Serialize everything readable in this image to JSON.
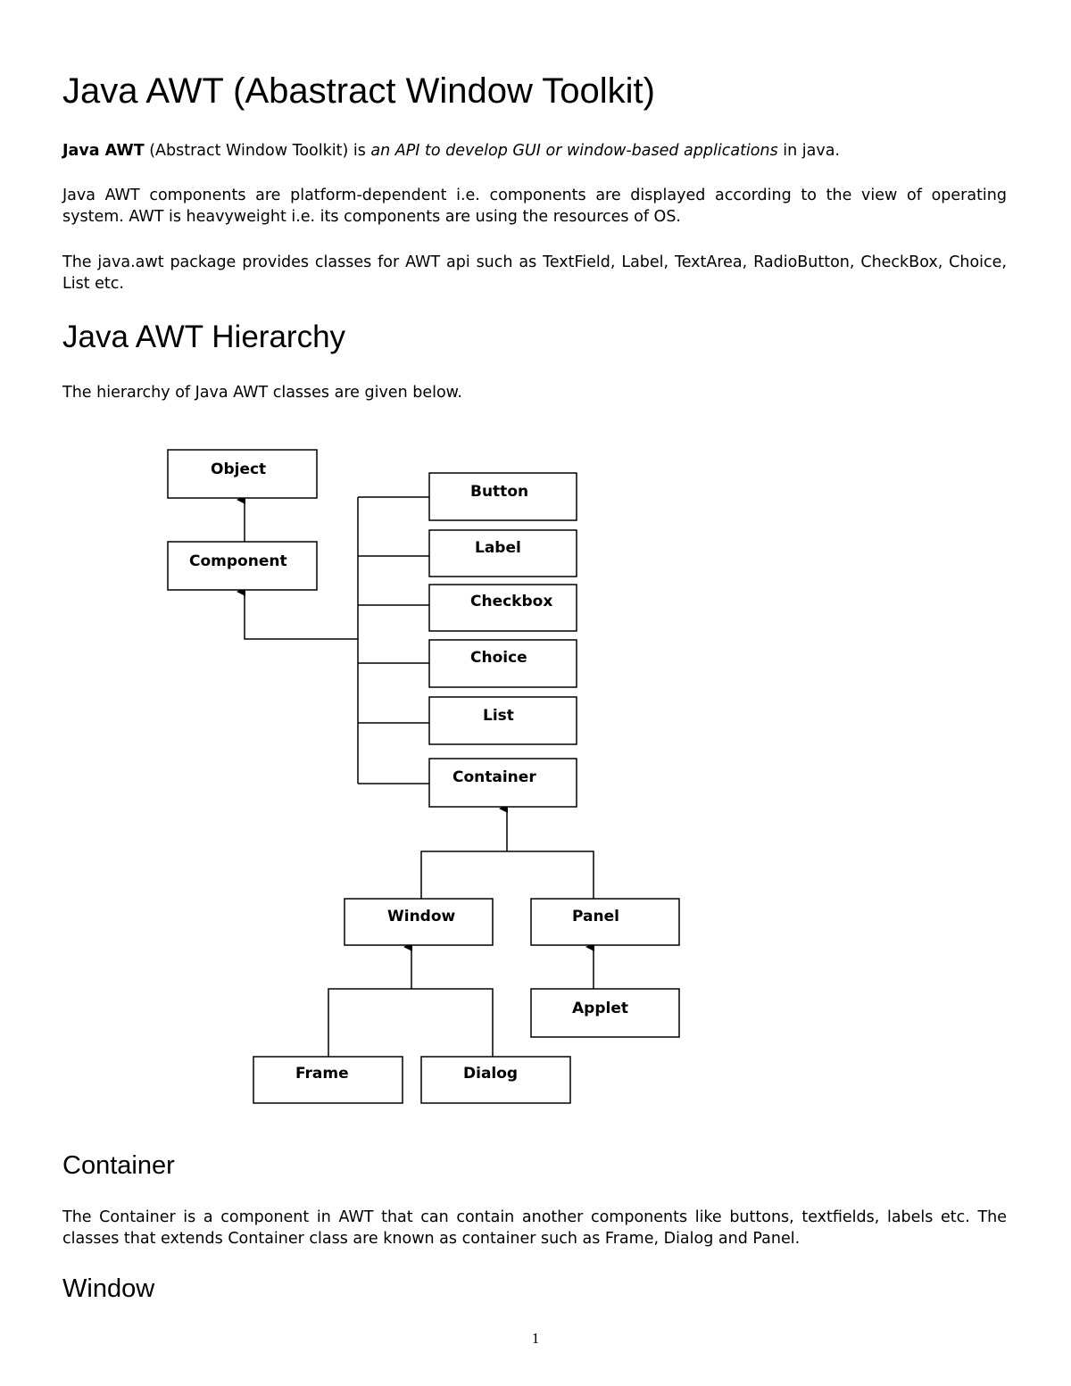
{
  "title": "Java AWT (Abastract Window Toolkit)",
  "intro": {
    "bold": "Java AWT",
    "normal1": " (Abstract Window Toolkit) is ",
    "italic": "an API to develop GUI or window-based applications",
    "normal2": " in java."
  },
  "para2": "Java AWT components are platform-dependent i.e. components are displayed according to the view of operating system. AWT is heavyweight i.e. its components are using the resources of OS.",
  "para3": "The java.awt package provides classes for AWT api such as TextField, Label, TextArea, RadioButton, CheckBox, Choice, List etc.",
  "hierarchy_heading": "Java AWT Hierarchy",
  "hierarchy_text": "The hierarchy of Java AWT classes are given below.",
  "diagram": {
    "object": "Object",
    "component": "Component",
    "button": "Button",
    "label": "Label",
    "checkbox": "Checkbox",
    "choice": "Choice",
    "list": "List",
    "container": "Container",
    "window": "Window",
    "panel": "Panel",
    "applet": "Applet",
    "frame": "Frame",
    "dialog": "Dialog"
  },
  "container_heading": "Container",
  "container_text": "The Container is a component in AWT that can contain another components like buttons, textfields, labels etc. The classes that extends Container class are known as container such as Frame, Dialog and Panel.",
  "window_heading": "Window",
  "page_number": "1"
}
